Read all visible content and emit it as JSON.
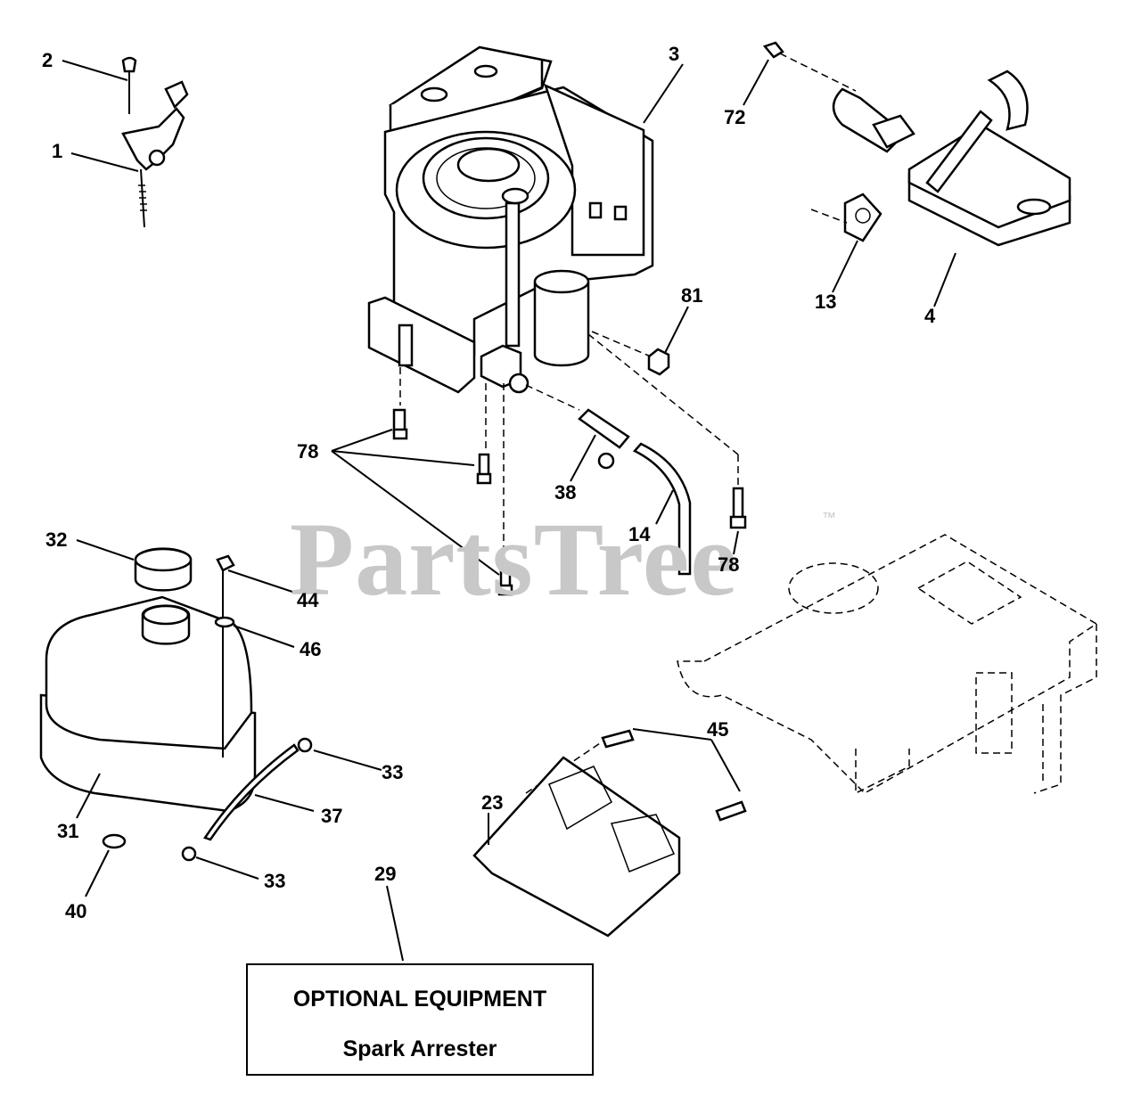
{
  "callouts": [
    {
      "id": "c2",
      "label": "2"
    },
    {
      "id": "c1",
      "label": "1"
    },
    {
      "id": "c3",
      "label": "3"
    },
    {
      "id": "c72",
      "label": "72"
    },
    {
      "id": "c13",
      "label": "13"
    },
    {
      "id": "c4",
      "label": "4"
    },
    {
      "id": "c81",
      "label": "81"
    },
    {
      "id": "c78a",
      "label": "78"
    },
    {
      "id": "c38",
      "label": "38"
    },
    {
      "id": "c14",
      "label": "14"
    },
    {
      "id": "c78b",
      "label": "78"
    },
    {
      "id": "c32",
      "label": "32"
    },
    {
      "id": "c44",
      "label": "44"
    },
    {
      "id": "c46",
      "label": "46"
    },
    {
      "id": "c45",
      "label": "45"
    },
    {
      "id": "c33a",
      "label": "33"
    },
    {
      "id": "c37",
      "label": "37"
    },
    {
      "id": "c23",
      "label": "23"
    },
    {
      "id": "c31",
      "label": "31"
    },
    {
      "id": "c29",
      "label": "29"
    },
    {
      "id": "c33b",
      "label": "33"
    },
    {
      "id": "c40",
      "label": "40"
    }
  ],
  "watermark": {
    "text": "PartsTree",
    "trademark": "™"
  },
  "optional_box": {
    "line1": "OPTIONAL EQUIPMENT",
    "line2": "Spark Arrester"
  }
}
